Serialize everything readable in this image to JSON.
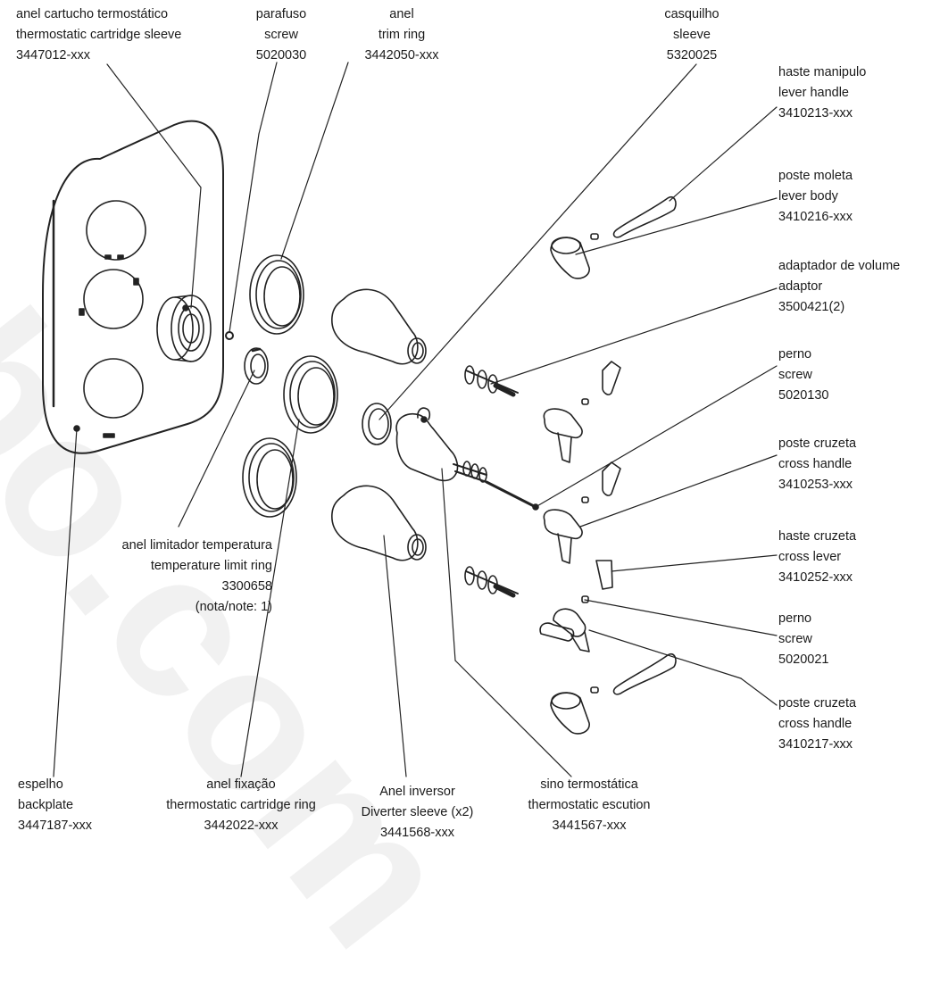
{
  "labels": [
    {
      "id": "anel-cartucho",
      "lines": [
        "anel cartucho termostático",
        "thermostatic cartridge sleeve",
        "3447012-xxx"
      ]
    },
    {
      "id": "parafuso",
      "lines": [
        "parafuso",
        "screw",
        "5020030"
      ]
    },
    {
      "id": "anel-trim",
      "lines": [
        "anel",
        "trim ring",
        "3442050-xxx"
      ]
    },
    {
      "id": "casquilho",
      "lines": [
        "casquilho",
        "sleeve",
        "5320025"
      ]
    },
    {
      "id": "haste-manipulo",
      "lines": [
        "haste manipulo",
        "lever handle",
        "3410213-xxx"
      ]
    },
    {
      "id": "poste-moleta",
      "lines": [
        "poste moleta",
        "lever body",
        "3410216-xxx"
      ]
    },
    {
      "id": "adaptador",
      "lines": [
        "adaptador de volume",
        "adaptor",
        "3500421(2)"
      ]
    },
    {
      "id": "perno-1",
      "lines": [
        "perno",
        "screw",
        "5020130"
      ]
    },
    {
      "id": "poste-cruzeta-1",
      "lines": [
        "poste cruzeta",
        "cross handle",
        "3410253-xxx"
      ]
    },
    {
      "id": "haste-cruzeta",
      "lines": [
        "haste cruzeta",
        "cross lever",
        "3410252-xxx"
      ]
    },
    {
      "id": "perno-2",
      "lines": [
        "perno",
        "screw",
        "5020021"
      ]
    },
    {
      "id": "poste-cruzeta-2",
      "lines": [
        "poste cruzeta",
        "cross handle",
        "3410217-xxx"
      ]
    },
    {
      "id": "anel-limitador",
      "lines": [
        "anel limitador temperatura",
        "temperature limit ring",
        "3300658",
        "(nota/note: 1)"
      ]
    },
    {
      "id": "espelho",
      "lines": [
        "espelho",
        "backplate",
        "3447187-xxx"
      ]
    },
    {
      "id": "anel-fixacao",
      "lines": [
        "anel fixação",
        "thermostatic cartridge ring",
        "3442022-xxx"
      ]
    },
    {
      "id": "anel-inversor",
      "lines": [
        "Anel inversor",
        "Diverter sleeve (x2)",
        "3441568-xxx"
      ]
    },
    {
      "id": "sino",
      "lines": [
        "sino termostática",
        "thermostatic escution",
        "3441567-xxx"
      ]
    }
  ],
  "watermark": "bo.com"
}
